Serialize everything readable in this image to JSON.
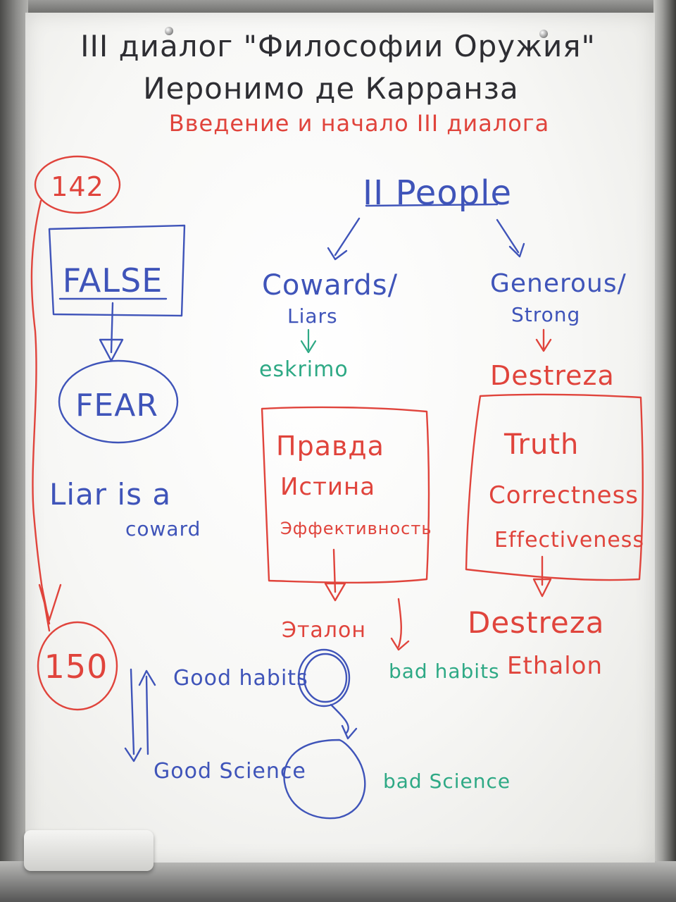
{
  "header": {
    "line1": "III диалог \"Философии Оружия\"",
    "line2": "Иеронимо де Карранза",
    "line3": "Введение и начало III диалога"
  },
  "pages": {
    "start": "142",
    "end": "150"
  },
  "left_column": {
    "false_label": "FALSE",
    "fear_label": "FEAR",
    "statement_line1": "Liar is a",
    "statement_line2": "coward"
  },
  "people": {
    "title": "II People",
    "left_branch_line1": "Cowards/",
    "left_branch_line2": "Liars",
    "left_result": "eskrimo",
    "right_branch_line1": "Generous/",
    "right_branch_line2": "Strong",
    "right_result": "Destreza"
  },
  "ru_box": {
    "line1": "Правда",
    "line2": "Истина",
    "line3": "Эффективность",
    "result": "Эталон"
  },
  "en_box": {
    "line1": "Truth",
    "line2": "Correctness",
    "line3": "Effectiveness",
    "result_line1": "Destreza",
    "result_line2": "Ethalon"
  },
  "habits": {
    "good_habits": "Good habits",
    "bad_habits": "bad habits",
    "good_science": "Good Science",
    "bad_science": "bad Science"
  },
  "colors": {
    "black_marker": "#2e2e33",
    "red_marker": "#e0443c",
    "blue_marker": "#3f54b9",
    "green_marker": "#2ea985"
  }
}
